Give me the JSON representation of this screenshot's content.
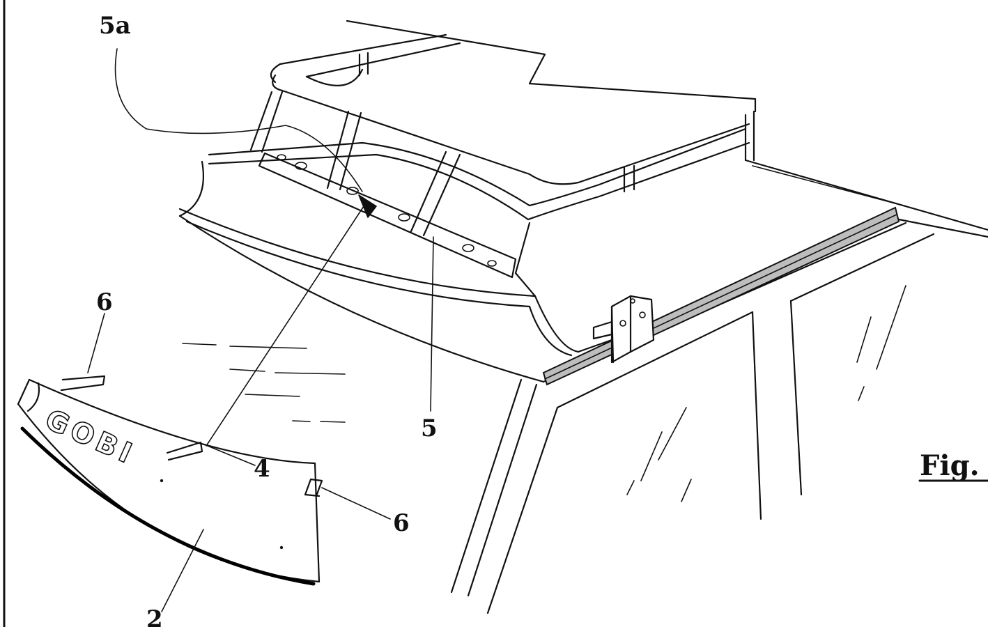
{
  "labels": {
    "ref_5a": "5a",
    "ref_6_left": "6",
    "ref_6_right": "6",
    "ref_4": "4",
    "ref_5": "5",
    "ref_2": "2"
  },
  "figure_label": "Fig.",
  "brand_text": "GOBI",
  "colors": {
    "line": "#111111",
    "rail": "#bdbdbd",
    "background": "#ffffff"
  }
}
